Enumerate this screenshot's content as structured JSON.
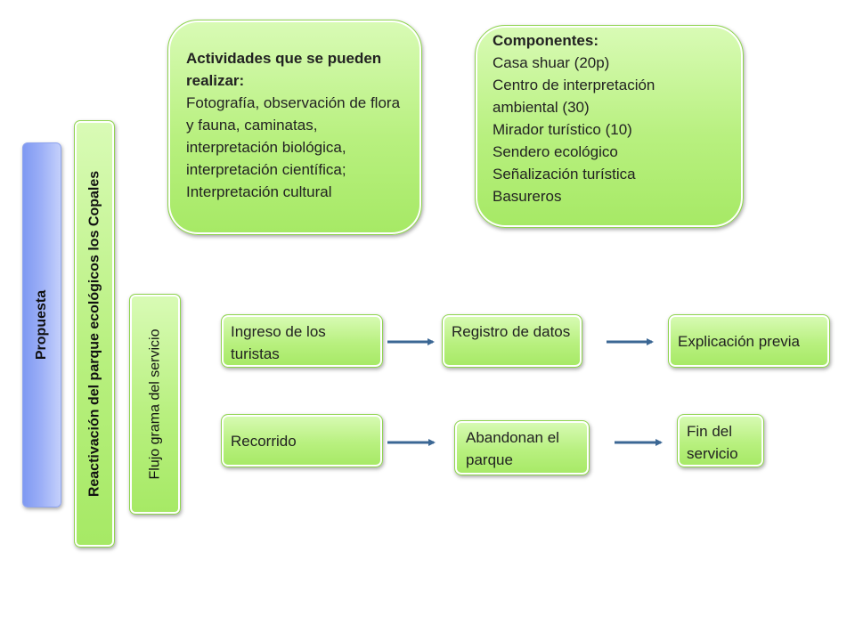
{
  "colors": {
    "green_box": "#b8f07f",
    "blue_box": "#9db0f7",
    "arrow": "#3b6794"
  },
  "vertical": {
    "propuesta": "Propuesta",
    "reactivacion": "Reactivación del parque ecológicos los Copales",
    "flujograma": "Flujo grama del servicio"
  },
  "actividades": {
    "heading": "Actividades que se pueden realizar:",
    "lines": [
      "Fotografía, observación de flora y fauna, caminatas, interpretación biológica, interpretación científica; Interpretación cultural"
    ]
  },
  "componentes": {
    "heading": "Componentes:",
    "items": [
      "Casa shuar (20p)",
      "Centro de interpretación ambiental (30)",
      "Mirador turístico (10)",
      "Sendero ecológico",
      "Señalización turística",
      "Basureros"
    ]
  },
  "flow": {
    "row1": [
      "Ingreso de los turistas",
      "Registro de datos",
      "Explicación previa"
    ],
    "row2": [
      "Recorrido",
      "Abandonan el parque",
      "Fin del servicio"
    ]
  }
}
